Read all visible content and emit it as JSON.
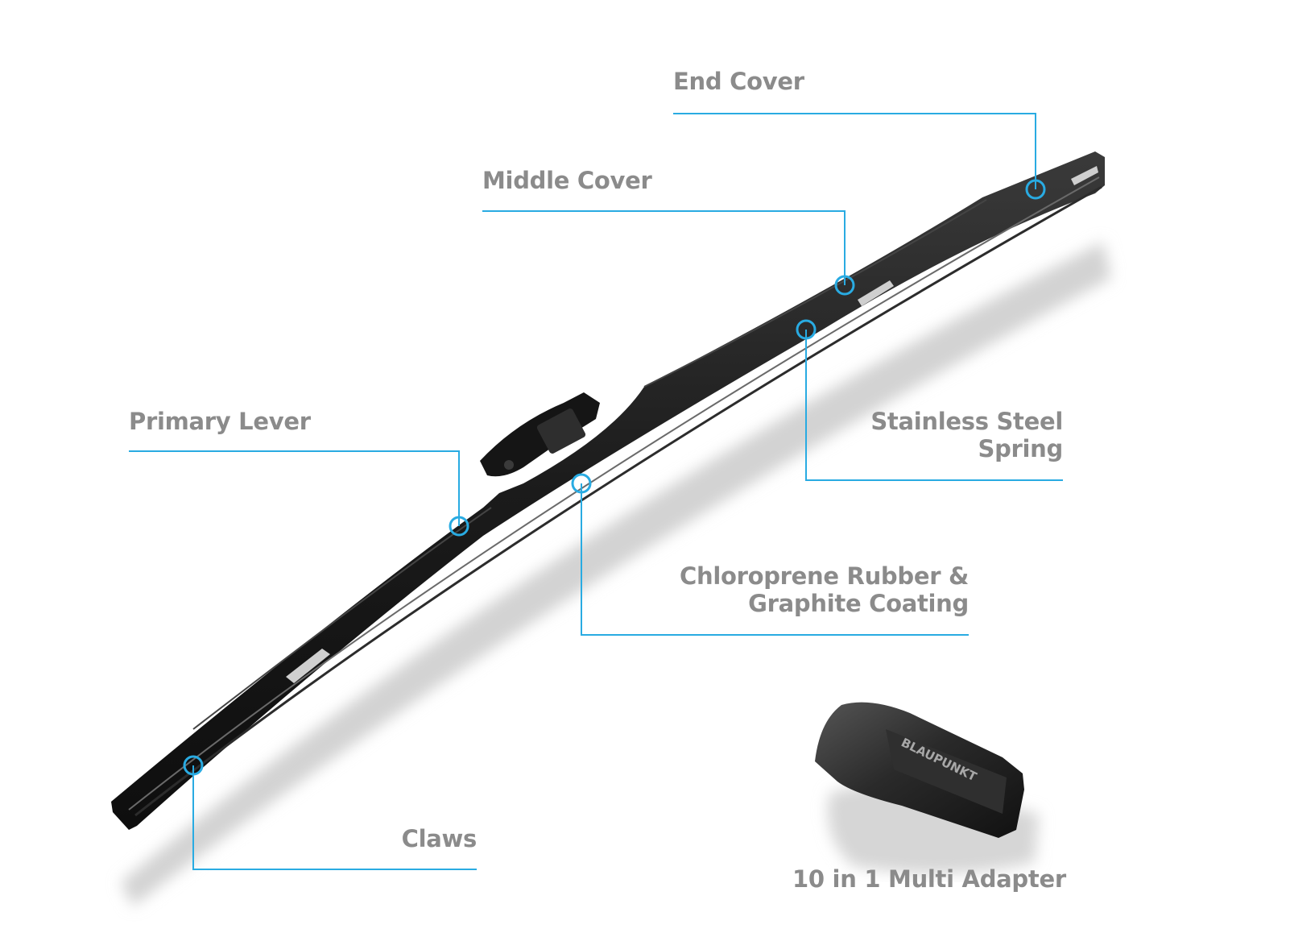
{
  "labels": {
    "end_cover": "End Cover",
    "middle_cover": "Middle Cover",
    "primary_lever": "Primary Lever",
    "steel_spring_line1": "Stainless Steel",
    "steel_spring_line2": "Spring",
    "rubber_line1": "Chloroprene Rubber &",
    "rubber_line2": "Graphite Coating",
    "claws": "Claws",
    "adapter": "10 in 1 Multi Adapter",
    "adapter_brand": "BLAUPUNKT"
  },
  "colors": {
    "callout_line": "#29abe2",
    "label_text": "#8b8b8b",
    "blade": "#1d1d1d",
    "shadow": "#d4d4d4"
  }
}
